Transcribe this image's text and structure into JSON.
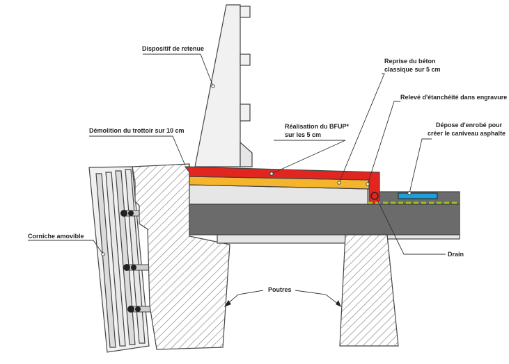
{
  "labels": {
    "dispositif": "Dispositif de retenue",
    "reprise_1": "Reprise du béton",
    "reprise_2": "classique sur 5 cm",
    "releve": "Relevé d'étanchéité dans engravure",
    "demolition": "Démolition du trottoir sur 10 cm",
    "bfup_1": "Réalisation du BFUP*",
    "bfup_2": "sur les 5 cm",
    "depose_1": "Dépose d'enrobé pour",
    "depose_2": "créer le caniveau asphalte",
    "corniche": "Corniche amovible",
    "drain": "Drain",
    "poutres": "Poutres"
  },
  "colors": {
    "bfup_red": "#e2261f",
    "reprise_yellow": "#f4b52c",
    "concrete_grey": "#6b6b6b",
    "light_grey": "#e6e6e6",
    "caniveau_blue": "#1aa0dc",
    "drain_green": "#9bc21c",
    "hatch": "#888888"
  }
}
